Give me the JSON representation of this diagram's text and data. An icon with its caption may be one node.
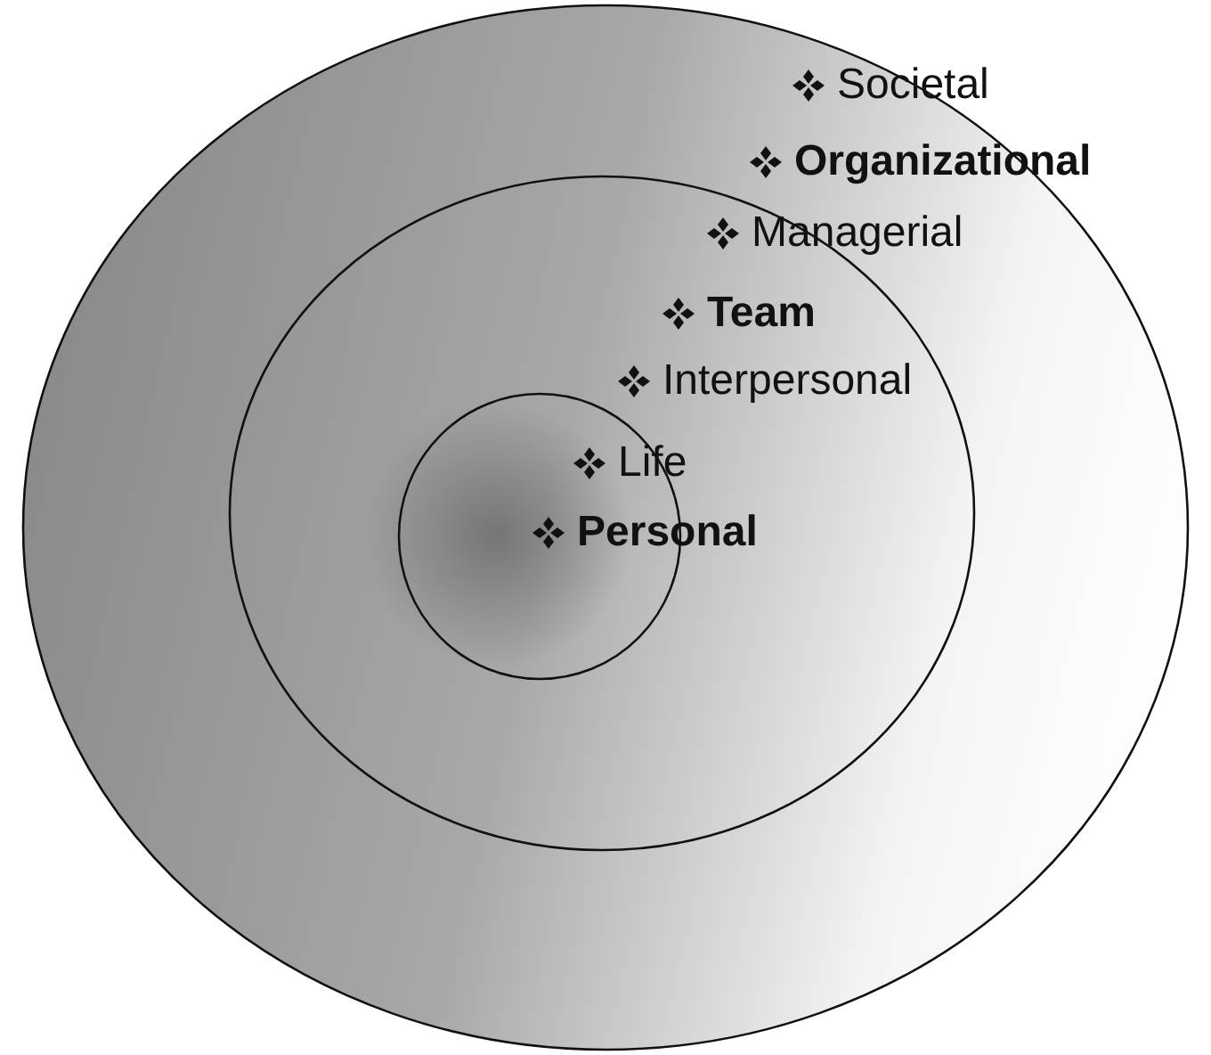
{
  "diagram": {
    "nodes": [
      {
        "text": [],
        "shape": "circle"
      },
      {
        "text": [],
        "shape": "circle",
        "in": 0
      },
      {
        "text": [],
        "shape": "circle",
        "in": 1
      }
    ],
    "labels": [
      "Societal",
      "Organizational",
      "Managerial",
      "Team",
      "Interpersonal",
      "Life",
      "Personal"
    ]
  }
}
